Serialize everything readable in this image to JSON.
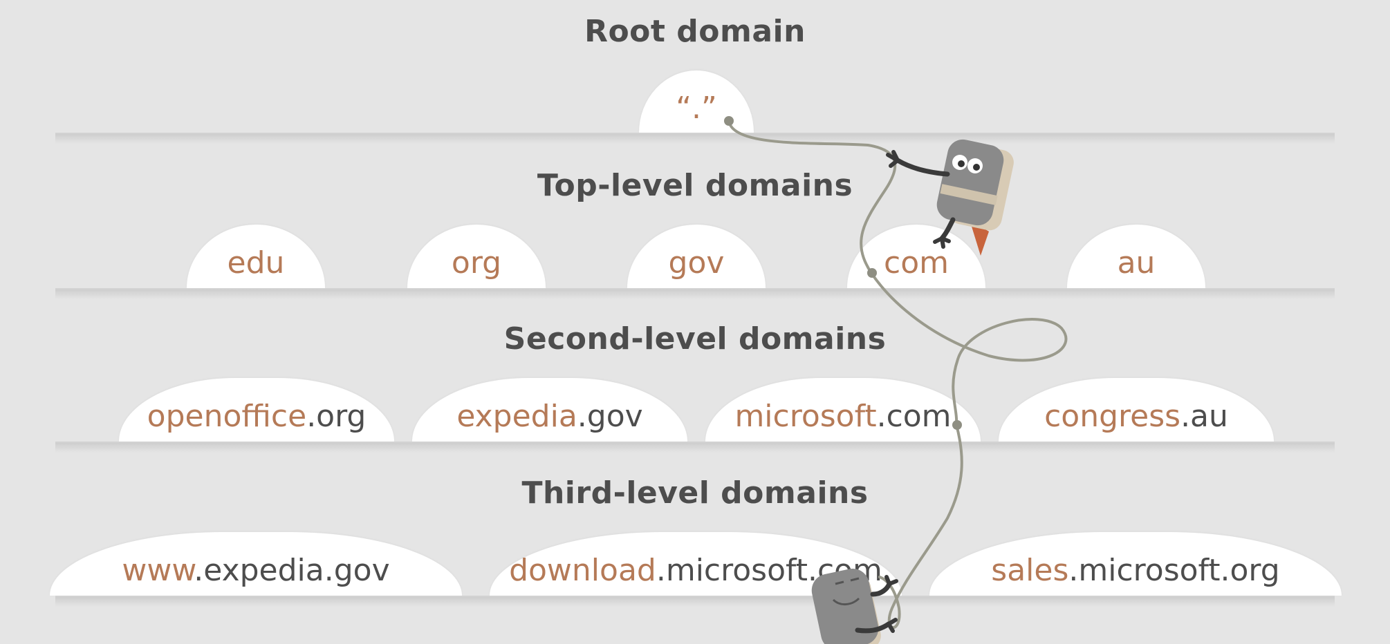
{
  "levels": {
    "root": {
      "title": "Root domain",
      "items": [
        {
          "highlight": "“.”",
          "rest": ""
        }
      ]
    },
    "top": {
      "title": "Top-level domains",
      "items": [
        {
          "highlight": "edu",
          "rest": ""
        },
        {
          "highlight": "org",
          "rest": ""
        },
        {
          "highlight": "gov",
          "rest": ""
        },
        {
          "highlight": "com",
          "rest": ""
        },
        {
          "highlight": "au",
          "rest": ""
        }
      ]
    },
    "second": {
      "title": "Second-level domains",
      "items": [
        {
          "highlight": "openoffice",
          "rest": ".org"
        },
        {
          "highlight": "expedia",
          "rest": ".gov"
        },
        {
          "highlight": "microsoft",
          "rest": ".com"
        },
        {
          "highlight": "congress",
          "rest": ".au"
        }
      ]
    },
    "third": {
      "title": "Third-level domains",
      "items": [
        {
          "highlight": "www",
          "rest": ".expedia.gov"
        },
        {
          "highlight": "download",
          "rest": ".microsoft.com"
        },
        {
          "highlight": "sales",
          "rest": ".microsoft.org"
        }
      ]
    }
  },
  "colors": {
    "background": "#e5e5e5",
    "dome": "#ffffff",
    "highlight_text": "#b57a57",
    "plain_text": "#4d4d4d",
    "rope": "#9a9a8c",
    "robot_body": "#8a8a8a"
  },
  "icons": [
    "robot-character-top",
    "robot-character-bottom",
    "rope-path"
  ]
}
